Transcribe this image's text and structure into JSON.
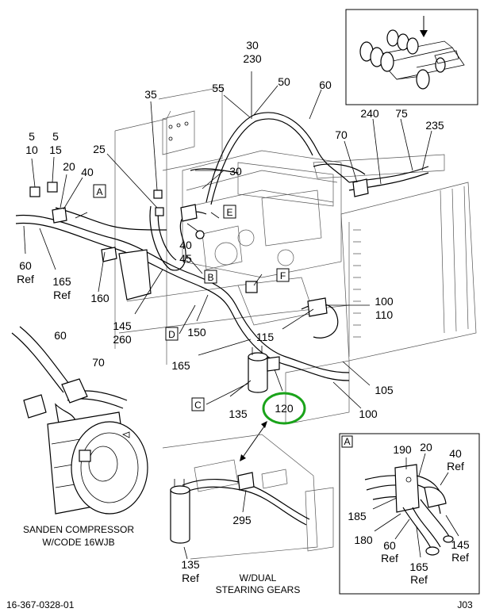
{
  "callouts": {
    "c30_230": [
      "30",
      "230"
    ],
    "c55": "55",
    "c50": "50",
    "c60_top": "60",
    "c35": "35",
    "c5_10": [
      "5",
      "10"
    ],
    "c5_15": [
      "5",
      "15"
    ],
    "c20": "20",
    "c40": "40",
    "c25": "25",
    "c30_mid": "30",
    "c70": "70",
    "c240": "240",
    "c75": "75",
    "c235": "235",
    "c40_45": [
      "40",
      "45"
    ],
    "c60_ref": [
      "60",
      "Ref"
    ],
    "c165_ref": [
      "165",
      "Ref"
    ],
    "c160": "160",
    "c145_260": [
      "145",
      "260"
    ],
    "c150": "150",
    "c100_110": [
      "100",
      "110"
    ],
    "c115": "115",
    "c165": "165",
    "c105": "105",
    "c100": "100",
    "c135": "135",
    "c120": "120",
    "c60_left": "60",
    "c70_left": "70",
    "c295": "295",
    "c135_ref": [
      "135",
      "Ref"
    ]
  },
  "boxed_letters": {
    "A": "A",
    "E": "E",
    "B": "B",
    "F": "F",
    "D": "D",
    "C": "C"
  },
  "detail_a": {
    "tag": "A",
    "c190": "190",
    "c20": "20",
    "c40_ref": [
      "40",
      "Ref"
    ],
    "c185": "185",
    "c180": "180",
    "c60_ref": [
      "60",
      "Ref"
    ],
    "c165_ref": [
      "165",
      "Ref"
    ],
    "c145_ref": [
      "145",
      "Ref"
    ]
  },
  "captions": {
    "compressor": [
      "SANDEN COMPRESSOR",
      "W/CODE 16WJB"
    ],
    "dual": [
      "W/DUAL",
      "STEARING GEARS"
    ],
    "doc_number": "16-367-0328-01",
    "sheet": "J03"
  },
  "highlight_color": "#1aa31a"
}
